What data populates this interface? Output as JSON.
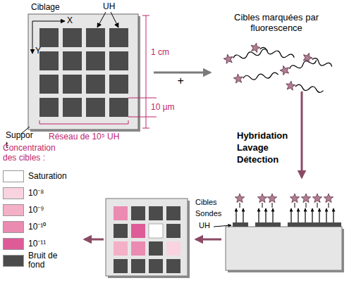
{
  "diagram": {
    "labels": [
      "Ciblage",
      "X",
      "Y",
      "UH",
      "1 cm",
      "10 µm",
      "Suppor t",
      "Réseau de 10⁵ UH",
      "Cibles marquées par fluorescence",
      "+",
      "Hybridation",
      "Lavage",
      "Détection",
      "Concentration des cibles :",
      "Cibles",
      "Sondes",
      "UH"
    ],
    "legend": [
      {
        "text": "Saturation",
        "color": "#ffffff"
      },
      {
        "text": "10⁻⁸",
        "color": "#f9d4e0"
      },
      {
        "text": "10⁻⁹",
        "color": "#f3b0c7"
      },
      {
        "text": "10⁻¹⁰",
        "color": "#eb8bb1"
      },
      {
        "text": "10⁻¹¹",
        "color": "#de5b98"
      },
      {
        "text": "Bruit de fond",
        "color": "#4b4b4b"
      }
    ]
  }
}
